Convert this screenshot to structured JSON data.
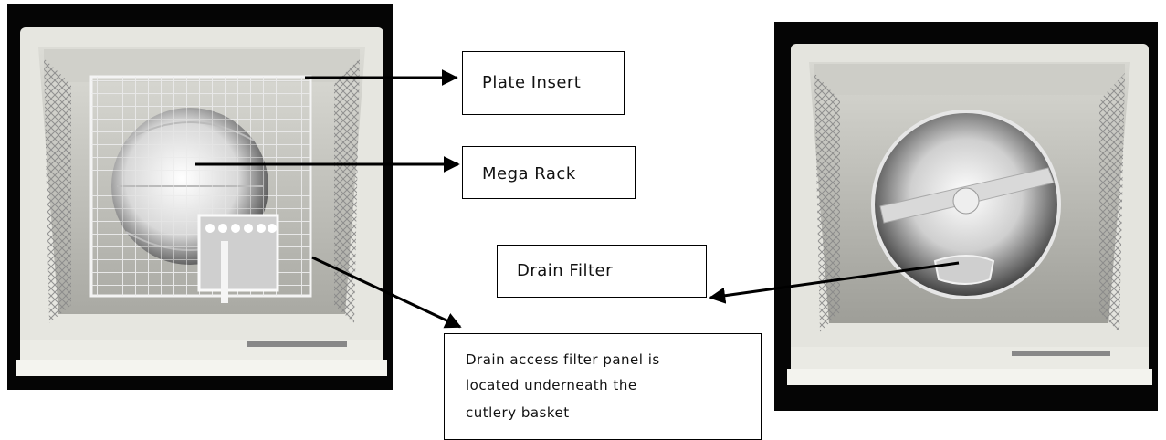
{
  "labels": {
    "plate_insert": "Plate Insert",
    "mega_rack": "Mega Rack",
    "drain_filter": "Drain Filter",
    "drain_access_note": [
      "Drain access filter panel is",
      "located underneath the",
      "cutlery basket"
    ]
  },
  "colors": {
    "background": "#ffffff",
    "arrow": "#000000",
    "box_border": "#000000"
  }
}
